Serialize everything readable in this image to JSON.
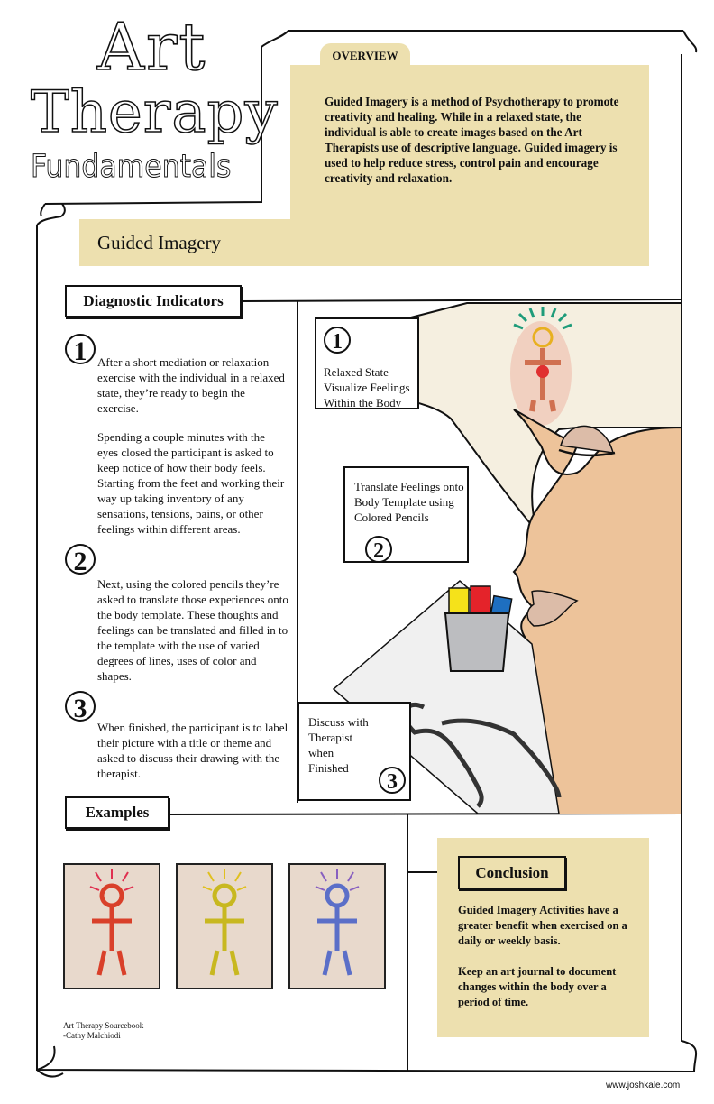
{
  "header": {
    "title_line1": "Art",
    "title_line2": "Therapy",
    "title_line3": "Fundamentals"
  },
  "overview": {
    "tab_label": "OVERVIEW",
    "text": "Guided Imagery is a method of Psychotherapy to promote creativity and healing. While in a relaxed state, the individual is able to create images based on the Art Therapists use of descriptive language. Guided imagery is used to help reduce stress, control pain and encourage creativity and relaxation."
  },
  "section_title": "Guided Imagery",
  "diagnostic": {
    "heading": "Diagnostic Indicators",
    "steps": [
      {
        "number": "1",
        "paragraphs": [
          "After a short mediation or relaxation exercise with the individual in a relaxed state, they’re ready to begin the exercise.",
          "Spending a couple minutes with the eyes closed the participant is asked to keep notice of how their body feels. Starting from the feet and working their way up taking inventory of any sensations, tensions, pains, or other feelings within different areas."
        ]
      },
      {
        "number": "2",
        "paragraphs": [
          "Next, using the colored pencils they’re asked to translate those experiences onto the body template. These thoughts and feelings can be translated and filled in to the template with the use of varied degrees of lines, uses of color and shapes."
        ]
      },
      {
        "number": "3",
        "paragraphs": [
          "When finished, the participant is to label their picture with a title or theme and asked to discuss their drawing with the therapist."
        ]
      }
    ]
  },
  "illustration": {
    "callouts": [
      {
        "number": "1",
        "text": "Relaxed State Visualize Feelings Within the Body"
      },
      {
        "number": "2",
        "text": "Translate Feelings onto Body Template using Colored Pencils"
      },
      {
        "number": "3",
        "text": "Discuss with Therapist when Finished"
      }
    ],
    "colors": {
      "skin": "#edc39a",
      "bubble": "#f5efe0",
      "pencil_yellow": "#f5e21a",
      "pencil_red": "#e4232a",
      "pencil_blue": "#1e6fc0"
    }
  },
  "examples": {
    "heading": "Examples",
    "citation_line1": "Art Therapy Sourcebook",
    "citation_line2": "-Cathy Malchiodi"
  },
  "conclusion": {
    "heading": "Conclusion",
    "paragraph1": "Guided Imagery Activities have a greater benefit when exercised on a daily or weekly basis.",
    "paragraph2": "Keep an art journal to document changes within the body over a period of time."
  },
  "footer": {
    "site": "www.joshkale.com"
  },
  "colors": {
    "tan": "#ede0af",
    "ink": "#111111"
  }
}
